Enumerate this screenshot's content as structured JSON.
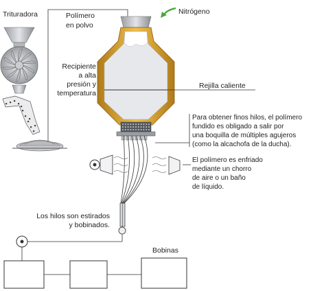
{
  "labels": {
    "grinder": "Trituradora",
    "powder_line1": "Polímero",
    "powder_line2": "en polvo",
    "nitrogen": "Nitrógeno",
    "vessel_line1": "Recipiente",
    "vessel_line2": "a alta",
    "vessel_line3": "presión y",
    "vessel_line4": "temperatura",
    "hot_grid": "Rejilla caliente",
    "nozzle_line1": "Para obtener finos hilos, el polímero",
    "nozzle_line2": "fundido es obligado a salir por",
    "nozzle_line3": "una boquilla de múltiples agujeros",
    "nozzle_line4": "(como la alcachofa de la ducha).",
    "cooling_line1": "El polímero es enfriado",
    "cooling_line2": "mediante un chorro",
    "cooling_line3": "de aire o un baño",
    "cooling_line4": "de líquido.",
    "stretch_line1": "Los hilos son estirados",
    "stretch_line2": "y bobinados.",
    "bobbins": "Bobinas"
  },
  "colors": {
    "vessel_gold": "#d9a532",
    "vessel_gold_dark": "#b07a1a",
    "vessel_inner": "#e6e8ec",
    "metal_light": "#d4d6da",
    "metal_dark": "#8a8d92",
    "nitrogen_arrow": "#4aa83a"
  }
}
